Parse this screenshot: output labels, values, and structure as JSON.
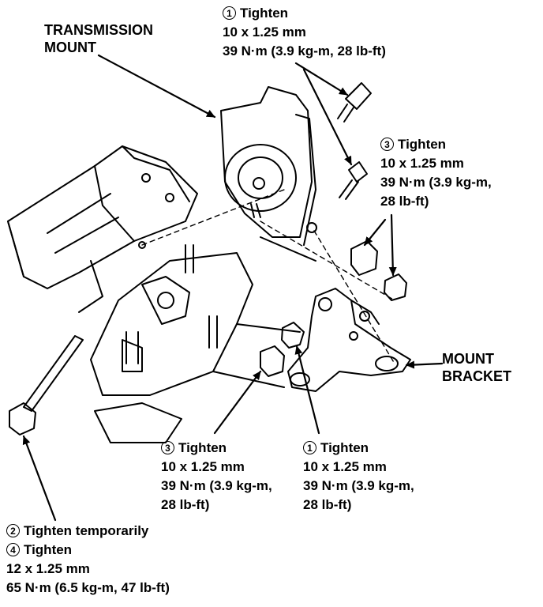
{
  "labels": {
    "transmission_mount": [
      "TRANSMISSION",
      "MOUNT"
    ],
    "mount_bracket": [
      "MOUNT",
      "BRACKET"
    ]
  },
  "callouts": {
    "top_bolts": {
      "step": "1",
      "lines": [
        "Tighten",
        "10 x 1.25 mm",
        "39 N·m (3.9 kg-m, 28 lb-ft)"
      ]
    },
    "right_nuts": {
      "step": "3",
      "lines": [
        "Tighten",
        "10 x 1.25 mm",
        "39 N·m (3.9 kg-m,",
        "28 lb-ft)"
      ]
    },
    "bottom_nut": {
      "step": "3",
      "lines": [
        "Tighten",
        "10 x 1.25 mm",
        "39 N·m (3.9 kg-m,",
        "28 lb-ft)"
      ]
    },
    "bottom_bolt": {
      "step": "1",
      "lines": [
        "Tighten",
        "10 x 1.25 mm",
        "39 N·m (3.9 kg-m,",
        "28 lb-ft)"
      ]
    },
    "long_bolt": {
      "step_a": "2",
      "line_a": "Tighten temporarily",
      "step_b": "4",
      "line_b": "Tighten",
      "lines": [
        "12 x 1.25 mm",
        "65 N·m (6.5 kg-m, 47 lb-ft)"
      ]
    }
  }
}
